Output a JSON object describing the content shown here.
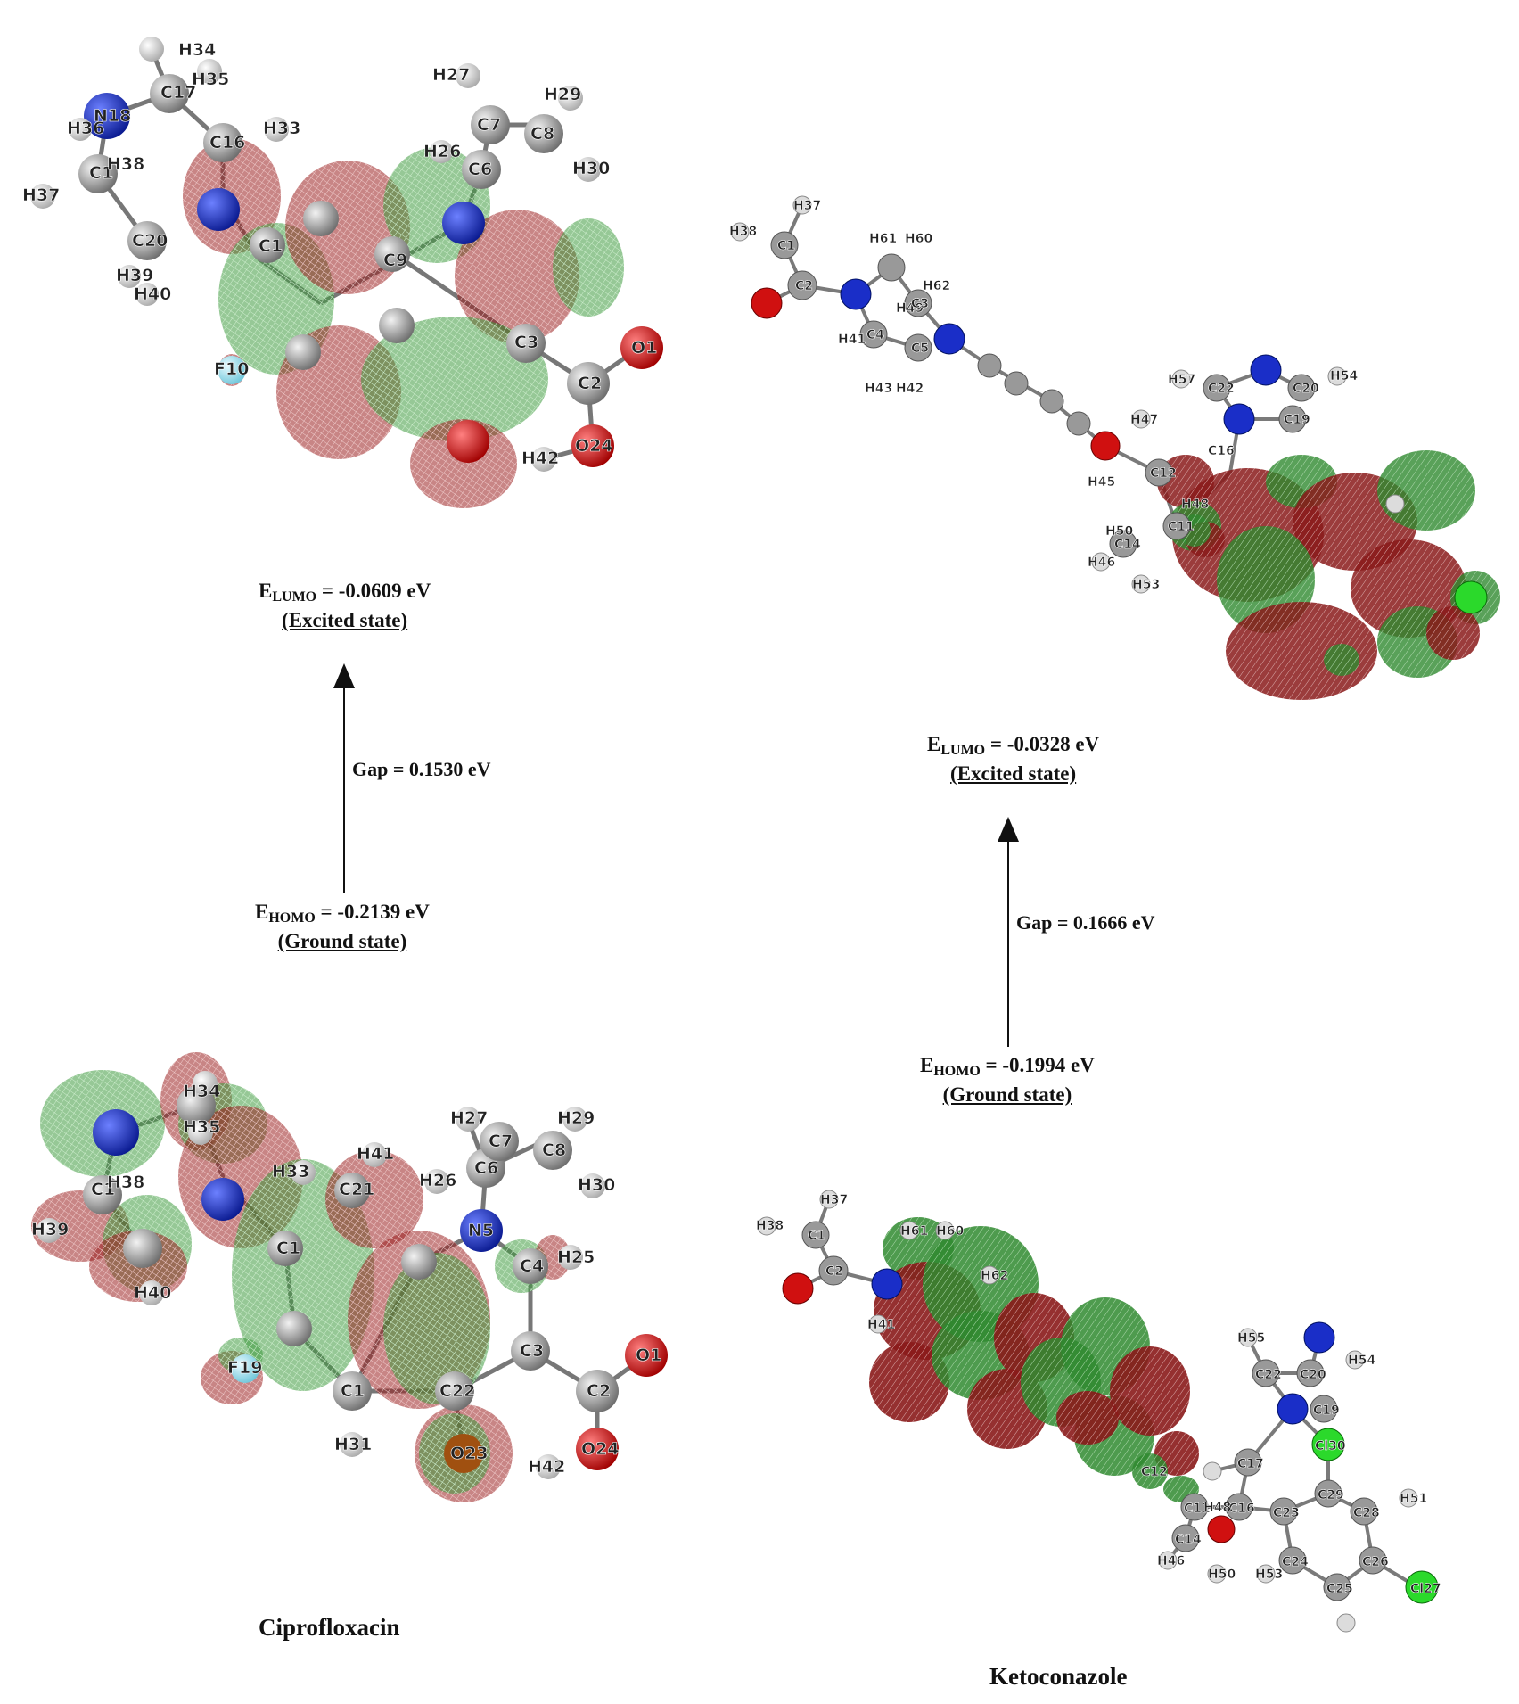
{
  "colors": {
    "carbon": "#8f8f8f",
    "hydrogen": "#e6e6e6",
    "nitrogen": "#1a2ec8",
    "oxygen": "#e01010",
    "fluorine": "#8fe0f0",
    "chlorine": "#26d926",
    "orbital_positive": "#2f8a2f",
    "orbital_negative": "#8a1a1a"
  },
  "ciprofloxacin": {
    "name": "Ciprofloxacin",
    "lumo": {
      "symbol": "E",
      "subscript": "LUMO",
      "value": "= -0.0609 eV",
      "state": "(Excited state)"
    },
    "homo": {
      "symbol": "E",
      "subscript": "HOMO",
      "value": "= -0.2139 eV",
      "state": "(Ground state)"
    },
    "gap": "Gap =  0.1530 eV",
    "lumo_atom_labels": [
      "H34",
      "C17",
      "H35",
      "N18",
      "H36",
      "C16",
      "H33",
      "H37",
      "C1",
      "H38",
      "C20",
      "H39",
      "H40",
      "H27",
      "C7",
      "H29",
      "C8",
      "H26",
      "C6",
      "H30",
      "C1",
      "C9",
      "C3",
      "C2",
      "O1",
      "F10",
      "H42",
      "O24"
    ],
    "homo_atom_labels": [
      "H34",
      "H35",
      "C1",
      "H38",
      "H39",
      "H40",
      "H33",
      "H41",
      "C21",
      "C1",
      "F19",
      "C1",
      "H31",
      "H27",
      "C7",
      "H29",
      "C8",
      "H26",
      "C6",
      "H30",
      "N5",
      "H25",
      "C4",
      "C3",
      "C22",
      "C2",
      "O1",
      "O23",
      "H42",
      "O24"
    ]
  },
  "ketoconazole": {
    "name": "Ketoconazole",
    "lumo": {
      "symbol": "E",
      "subscript": "LUMO",
      "value": "= -0.0328 eV",
      "state": "(Excited state)"
    },
    "homo": {
      "symbol": "E",
      "subscript": "HOMO",
      "value": "= -0.1994 eV",
      "state": "(Ground state)"
    },
    "gap": "Gap =  0.1666 eV",
    "lumo_atom_labels": [
      "H37",
      "H38",
      "C1",
      "C2",
      "H61",
      "H60",
      "H41",
      "H49",
      "C4",
      "C3",
      "H62",
      "C5",
      "H43",
      "H42",
      "H57",
      "C22",
      "C20",
      "H54",
      "C19",
      "C16",
      "H47",
      "C12",
      "H45",
      "C11",
      "H48",
      "C14",
      "H46",
      "H53",
      "H50"
    ],
    "homo_atom_labels": [
      "H37",
      "H38",
      "C1",
      "C2",
      "H61",
      "H60",
      "H41",
      "H62",
      "H55",
      "C22",
      "C20",
      "H54",
      "C19",
      "Cl30",
      "C17",
      "C16",
      "C12",
      "C23",
      "C29",
      "H51",
      "C11",
      "H48",
      "C24",
      "C28",
      "H46",
      "C14",
      "H53",
      "C25",
      "C26",
      "H50",
      "Cl27"
    ]
  }
}
